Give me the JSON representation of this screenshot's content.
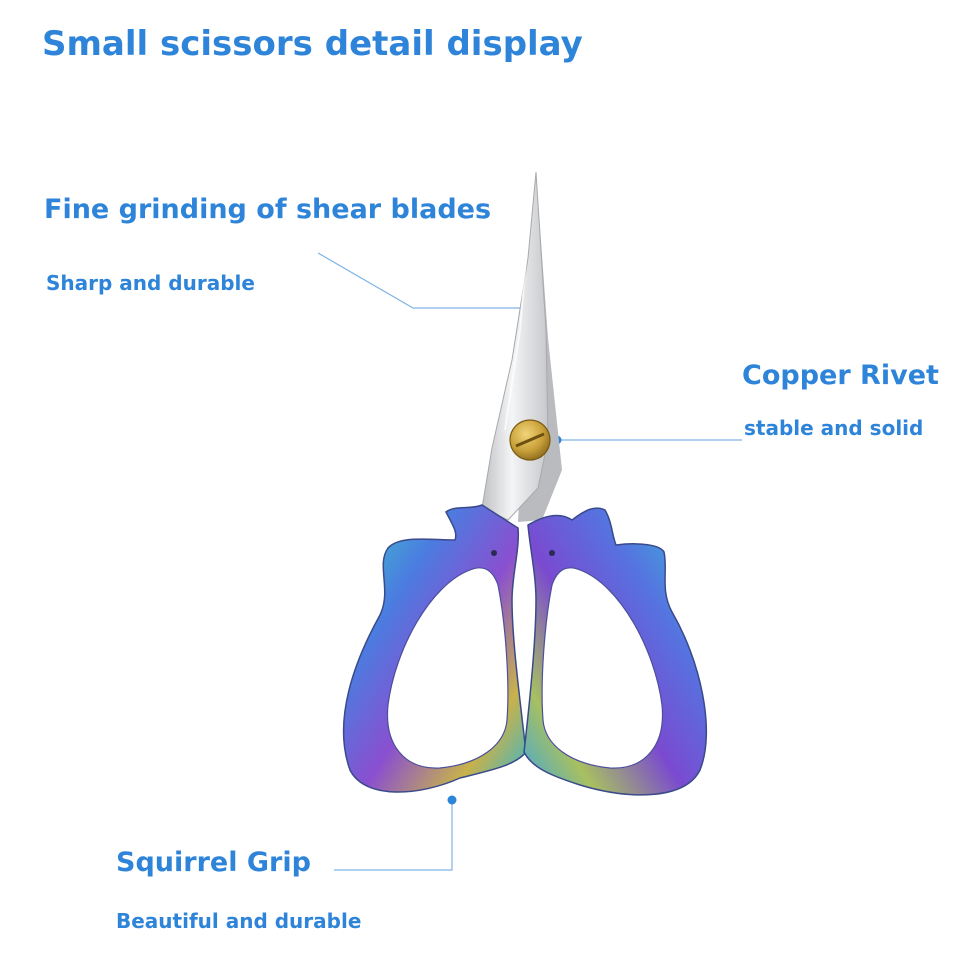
{
  "title": "Small scissors detail display",
  "callouts": [
    {
      "heading": "Fine grinding of shear blades",
      "sub": "Sharp and durable"
    },
    {
      "heading": "Copper Rivet",
      "sub": "stable and solid"
    },
    {
      "heading": "Squirrel Grip",
      "sub": "Beautiful and durable"
    }
  ],
  "colors": {
    "accent": "#2e84d8",
    "leader": "#7fb3e6",
    "blade": "#d9dadc",
    "rivet": "#c9a13a"
  },
  "icons": [
    "scissors-icon"
  ]
}
